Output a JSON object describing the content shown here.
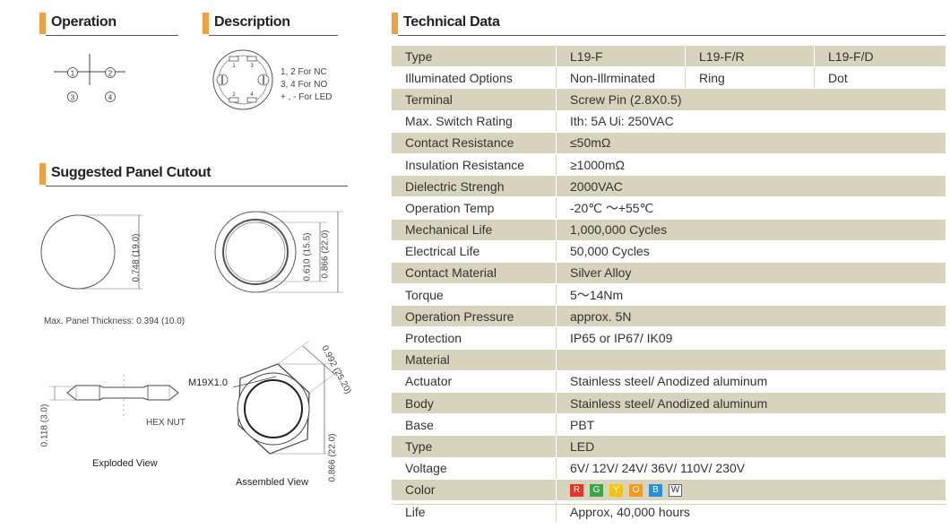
{
  "sections": {
    "operation": "Operation",
    "description": "Description",
    "cutout": "Suggested Panel Cutout",
    "technical": "Technical Data"
  },
  "operation": {
    "t1": "1",
    "t2": "2",
    "t3": "3",
    "t4": "4"
  },
  "description": {
    "pin_labels": [
      "1",
      "3",
      "2",
      "4"
    ],
    "legend": [
      "1, 2 For NC",
      "3, 4 For NO",
      "+ , - For LED"
    ]
  },
  "cutout": {
    "dim_left": "0.748 (19.0)",
    "dim_inner": "0.610 (15.5)",
    "dim_outer": "0.866 (22.0)",
    "thickness": "Max. Panel Thickness: 0.394 (10.0)"
  },
  "exploded": {
    "dim": "0.118 (3.0)",
    "hex_label": "HEX NUT",
    "caption": "Exploded View"
  },
  "assembled": {
    "thread": "M19X1.0",
    "dim_diag": "0.992 (25.20)",
    "dim_height": "0.866 (22.0)",
    "caption": "Assembled View"
  },
  "spec_rows": [
    {
      "label": "Type",
      "values": [
        "L19-F",
        "L19-F/R",
        "L19-F/D"
      ]
    },
    {
      "label": "Illuminated Options",
      "values": [
        "Non-Illrminated",
        "Ring",
        "Dot"
      ]
    },
    {
      "label": "Terminal",
      "values": [
        "Screw Pin (2.8X0.5)"
      ]
    },
    {
      "label": "Max. Switch Rating",
      "values": [
        "Ith: 5A  Ui: 250VAC"
      ]
    },
    {
      "label": "Contact Resistance",
      "values": [
        "≤50mΩ"
      ]
    },
    {
      "label": "Insulation Resistance",
      "values": [
        "≥1000mΩ"
      ]
    },
    {
      "label": "Dielectric Strengh",
      "values": [
        "2000VAC"
      ]
    },
    {
      "label": "Operation Temp",
      "values": [
        "-20℃  ～+55℃"
      ]
    },
    {
      "label": "Mechanical Life",
      "values": [
        "1,000,000 Cycles"
      ]
    },
    {
      "label": "Electrical Life",
      "values": [
        "50,000 Cycles"
      ]
    },
    {
      "label": "Contact Material",
      "values": [
        "Silver Alloy"
      ]
    },
    {
      "label": "Torque",
      "values": [
        "5～14Nm"
      ]
    },
    {
      "label": "Operation Pressure",
      "values": [
        "approx. 5N"
      ]
    },
    {
      "label": "Protection",
      "values": [
        "IP65 or IP67/ IK09"
      ]
    },
    {
      "label": "Material",
      "values": [
        ""
      ]
    },
    {
      "label": "Actuator",
      "values": [
        "Stainless steel/ Anodized aluminum"
      ]
    },
    {
      "label": "Body",
      "values": [
        "Stainless steel/ Anodized aluminum"
      ]
    },
    {
      "label": "Base",
      "values": [
        "PBT"
      ]
    },
    {
      "label": "Type",
      "values": [
        "LED"
      ]
    },
    {
      "label": "Voltage",
      "values": [
        "6V/ 12V/ 24V/ 36V/ 110V/ 230V"
      ]
    },
    {
      "label": "Color",
      "values": [
        ""
      ]
    },
    {
      "label": "Life",
      "values": [
        "Approx, 40,000 hours"
      ]
    }
  ],
  "colors": [
    {
      "letter": "R",
      "hex": "#e0362c"
    },
    {
      "letter": "G",
      "hex": "#3aa64a"
    },
    {
      "letter": "Y",
      "hex": "#f2c318"
    },
    {
      "letter": "O",
      "hex": "#f39a1f"
    },
    {
      "letter": "B",
      "hex": "#2f8fd6"
    },
    {
      "letter": "W",
      "hex": "#ffffff"
    }
  ],
  "accent": "#f0a040",
  "stripe": "#d7d3bd"
}
